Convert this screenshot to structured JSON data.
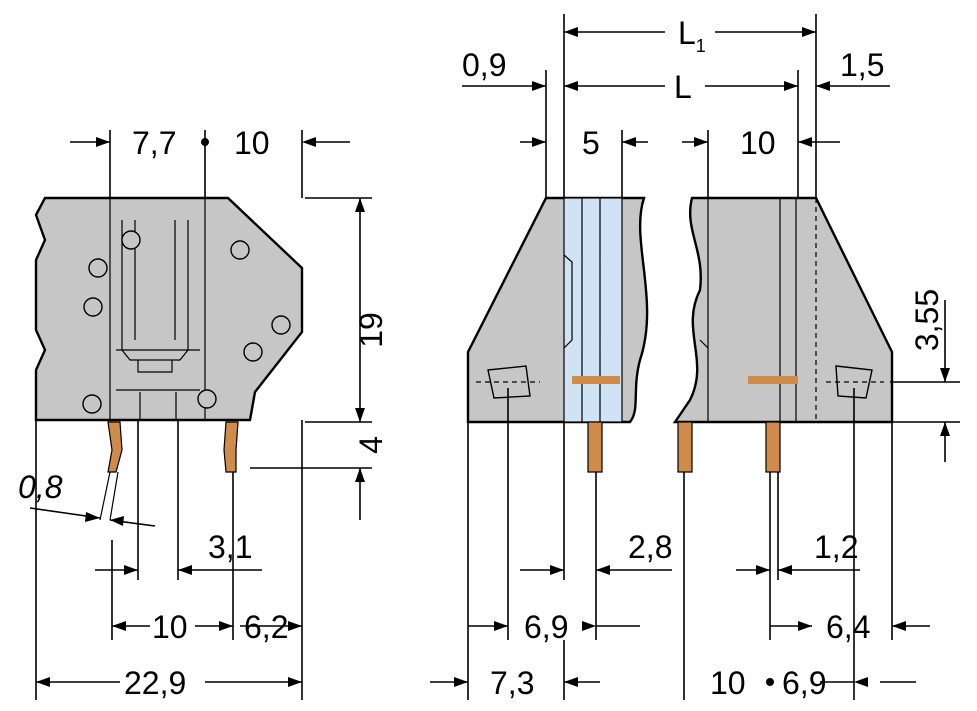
{
  "drawing": {
    "labels": {
      "d_7_7": "7,7",
      "d_10_top_left": "10",
      "d_19": "19",
      "d_4": "4",
      "d_0_8": "0,8",
      "d_3_1": "3,1",
      "d_10_bottom_left": "10",
      "d_6_2": "6,2",
      "d_22_9": "22,9",
      "d_L1_main": "L",
      "d_L1_sub": "1",
      "d_L": "L",
      "d_0_9": "0,9",
      "d_1_5": "1,5",
      "d_5": "5",
      "d_10_top_right": "10",
      "d_3_55": "3,55",
      "d_2_8": "2,8",
      "d_1_2": "1,2",
      "d_6_9_mid": "6,9",
      "d_6_4": "6,4",
      "d_7_3": "7,3",
      "d_10_bottom_right": "10",
      "d_6_9_bottom": "6,9"
    },
    "colors": {
      "housing": "#c6c6c6",
      "pin": "#d08a4a",
      "transparent_window": "#cfe3f5"
    }
  }
}
